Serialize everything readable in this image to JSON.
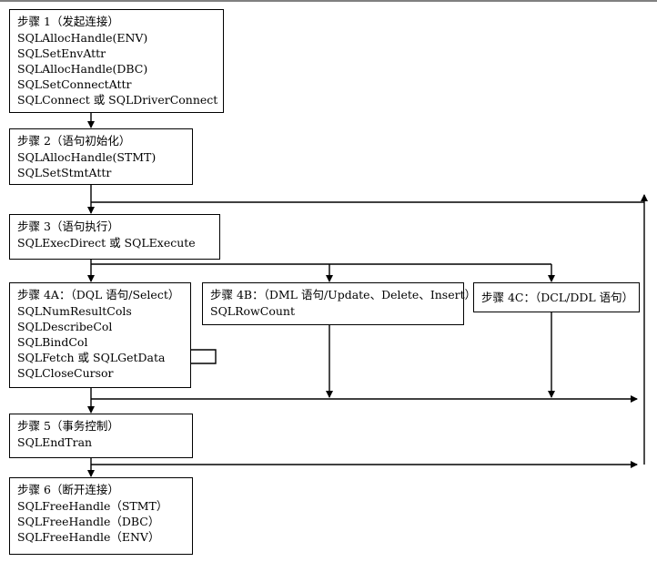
{
  "steps": {
    "step1": {
      "title": "步骤 1（发起连接）",
      "lines": [
        "SQLAllocHandle(ENV)",
        "SQLSetEnvAttr",
        "SQLAllocHandle(DBC)",
        "SQLSetConnectAttr",
        "SQLConnect 或 SQLDriverConnect"
      ]
    },
    "step2": {
      "title": "步骤 2（语句初始化）",
      "lines": [
        "SQLAllocHandle(STMT)",
        "SQLSetStmtAttr"
      ]
    },
    "step3": {
      "title": "步骤 3（语句执行）",
      "lines": [
        "SQLExecDirect 或 SQLExecute"
      ]
    },
    "step4a": {
      "title": "步骤 4A：（DQL 语句/Select）",
      "lines": [
        "SQLNumResultCols",
        "SQLDescribeCol",
        "SQLBindCol",
        "SQLFetch 或 SQLGetData",
        "SQLCloseCursor"
      ]
    },
    "step4b": {
      "title": "步骤 4B：（DML 语句/Update、Delete、Insert）",
      "lines": [
        "SQLRowCount"
      ]
    },
    "step4c": {
      "title": "步骤 4C：（DCL/DDL 语句）",
      "lines": []
    },
    "step5": {
      "title": "步骤 5（事务控制）",
      "lines": [
        "SQLEndTran"
      ]
    },
    "step6": {
      "title": "步骤 6（断开连接）",
      "lines": [
        "SQLFreeHandle（STMT）",
        "SQLFreeHandle（DBC）",
        "SQLFreeHandle（ENV）"
      ]
    }
  }
}
